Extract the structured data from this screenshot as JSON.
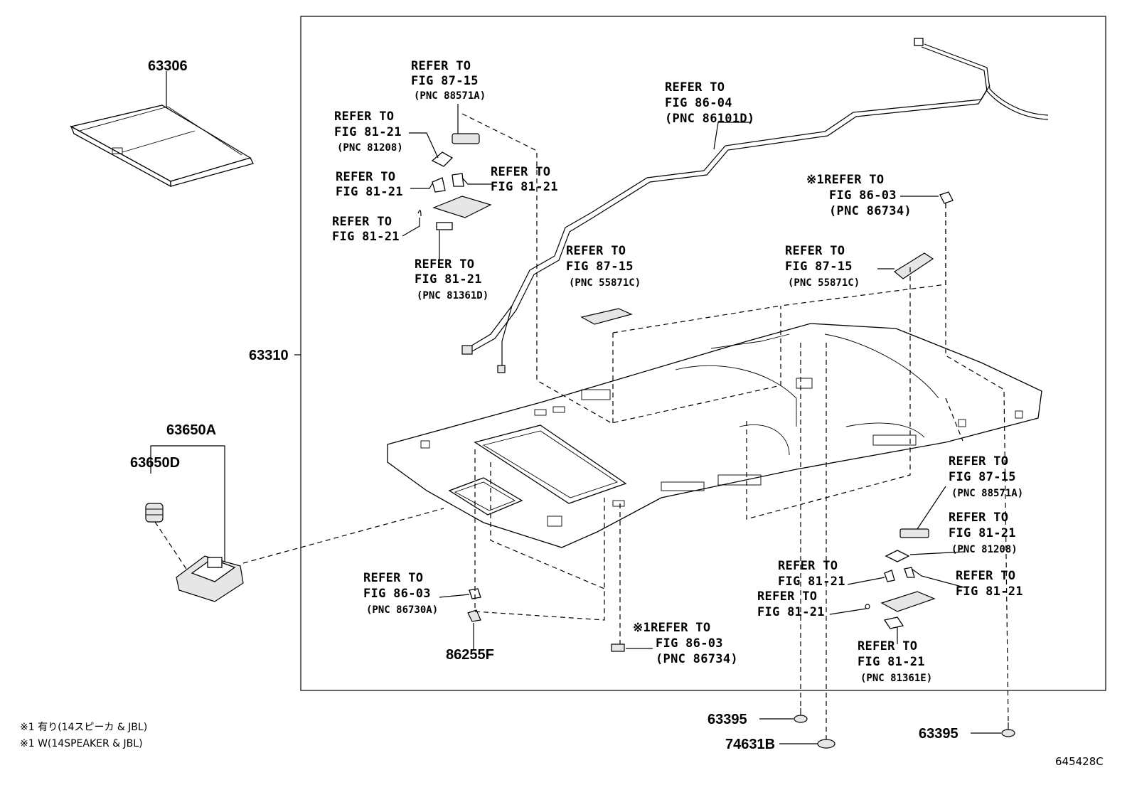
{
  "diagram": {
    "part_numbers": {
      "p63306": "63306",
      "p63310": "63310",
      "p63650A": "63650A",
      "p63650D": "63650D",
      "p86255F": "86255F",
      "p63395a": "63395",
      "p63395b": "63395",
      "p74631B": "74631B"
    },
    "refs": [
      {
        "l1": "REFER TO",
        "l2": "FIG 87-15",
        "l3": "(PNC 88571A)"
      },
      {
        "l1": "REFER TO",
        "l2": "FIG 81-21",
        "l3": "(PNC 81208)"
      },
      {
        "l1": "REFER TO",
        "l2": "FIG 81-21",
        "l3": ""
      },
      {
        "l1": "REFER TO",
        "l2": "FIG 81-21",
        "l3": ""
      },
      {
        "l1": "REFER TO",
        "l2": "FIG 81-21",
        "l3": ""
      },
      {
        "l1": "REFER TO",
        "l2": "FIG 81-21",
        "l3": "(PNC 81361D)"
      },
      {
        "l1": "REFER TO",
        "l2": "FIG 86-04",
        "l3": "(PNC 86101D)"
      },
      {
        "l1": "※1REFER TO",
        "l2": "FIG 86-03",
        "l3": "(PNC 86734)"
      },
      {
        "l1": "REFER TO",
        "l2": "FIG 87-15",
        "l3": "(PNC 55871C)"
      },
      {
        "l1": "REFER TO",
        "l2": "FIG 87-15",
        "l3": "(PNC 55871C)"
      },
      {
        "l1": "REFER TO",
        "l2": "FIG 87-15",
        "l3": "(PNC 88571A)"
      },
      {
        "l1": "REFER TO",
        "l2": "FIG 81-21",
        "l3": "(PNC 81208)"
      },
      {
        "l1": "REFER TO",
        "l2": "FIG 81-21",
        "l3": ""
      },
      {
        "l1": "REFER TO",
        "l2": "FIG 81-21",
        "l3": ""
      },
      {
        "l1": "REFER TO",
        "l2": "FIG 81-21",
        "l3": ""
      },
      {
        "l1": "REFER TO",
        "l2": "FIG 81-21",
        "l3": "(PNC 81361E)"
      },
      {
        "l1": "REFER TO",
        "l2": "FIG 86-03",
        "l3": "(PNC 86730A)"
      },
      {
        "l1": "※1REFER TO",
        "l2": "FIG 86-03",
        "l3": "(PNC 86734)"
      }
    ],
    "notes": {
      "jp": "※1 有り(14スピーカ & JBL)",
      "en": "※1 W(14SPEAKER & JBL)"
    },
    "figure_id": "645428C"
  }
}
